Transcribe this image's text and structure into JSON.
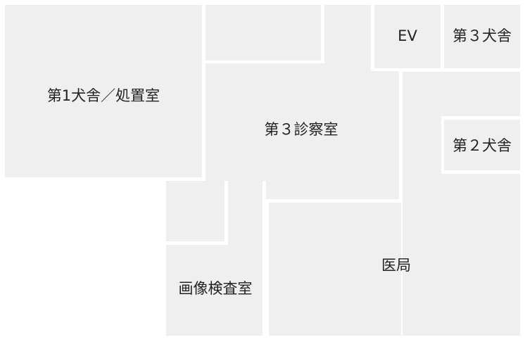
{
  "rooms": {
    "kennel_1_treatment": {
      "label": "第1犬舎／処置室"
    },
    "unlabeled_top": {
      "label": ""
    },
    "elevator": {
      "label": "EV"
    },
    "kennel_3": {
      "label": "第３犬舎"
    },
    "exam_room_3": {
      "label": "第３診察室"
    },
    "kennel_2": {
      "label": "第２犬舎"
    },
    "unlabeled_small": {
      "label": ""
    },
    "imaging_room": {
      "label": "画像検査室"
    },
    "medical_office": {
      "label": "医局"
    }
  },
  "colors": {
    "room_fill": "#efefef",
    "wall": "#ffffff",
    "text": "#222222"
  }
}
